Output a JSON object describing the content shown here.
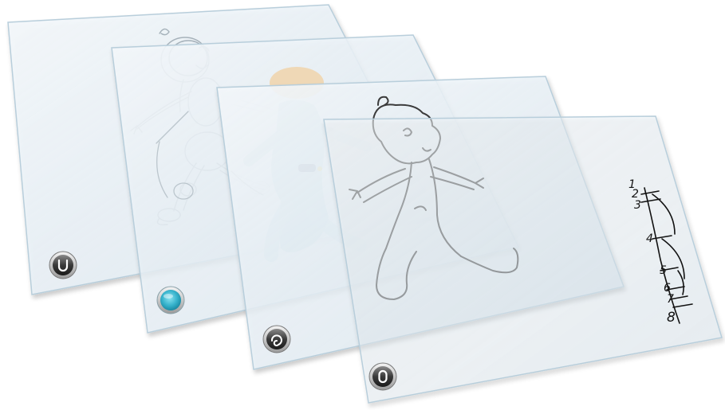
{
  "scene": {
    "layers": [
      {
        "name": "underlay",
        "button_glyph": "U",
        "button_icon": "underlay-u-icon",
        "style": "dark"
      },
      {
        "name": "color",
        "button_glyph": "",
        "button_icon": "color-dot-icon",
        "style": "cyan",
        "accent": "#37b3cc"
      },
      {
        "name": "line-art",
        "button_glyph": "",
        "button_icon": "swirl-icon",
        "style": "dark"
      },
      {
        "name": "overlay",
        "button_glyph": "O",
        "button_icon": "overlay-o-icon",
        "style": "dark"
      }
    ],
    "timing_chart": {
      "labels": [
        "1",
        "2",
        "3",
        "4",
        "5",
        "6",
        "7",
        "8"
      ]
    },
    "colors": {
      "glass_edge": "#b8cedb",
      "glass_fill": "#e7f0f7",
      "sketch": "#8d9ca6",
      "ink": "#3b3b3b",
      "color_body": "#bcd9e2",
      "color_skin": "#f0d3aa"
    }
  }
}
